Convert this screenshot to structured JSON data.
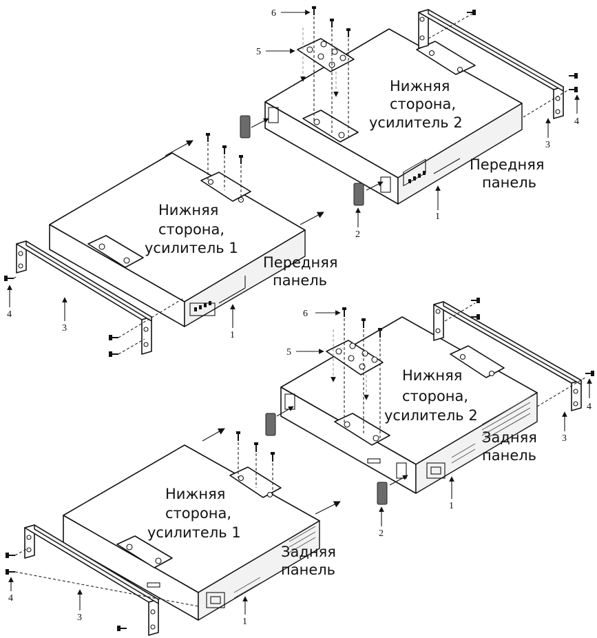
{
  "colors": {
    "line": "#111111",
    "pad": "#6b6b6b",
    "background": "#ffffff"
  },
  "icons": [
    "screw-icon",
    "arrow-icon",
    "rubber-pad-icon"
  ],
  "labels": {
    "tr_bottom": [
      "Нижняя",
      "сторона,",
      "усилитель 2"
    ],
    "tr_panel": [
      "Передняя",
      "панель"
    ],
    "ml_bottom": [
      "Нижняя",
      "сторона,",
      "усилитель 1"
    ],
    "ml_panel": [
      "Передняя",
      "панель"
    ],
    "br_bottom": [
      "Нижняя",
      "сторона,",
      "усилитель 2"
    ],
    "br_panel": [
      "Задняя",
      "панель"
    ],
    "bl_bottom": [
      "Нижняя",
      "сторона,",
      "усилитель 1"
    ],
    "bl_panel": [
      "Задняя",
      "панель"
    ]
  },
  "callouts": {
    "one": "1",
    "two": "2",
    "three": "3",
    "four": "4",
    "five": "5",
    "six": "6"
  }
}
